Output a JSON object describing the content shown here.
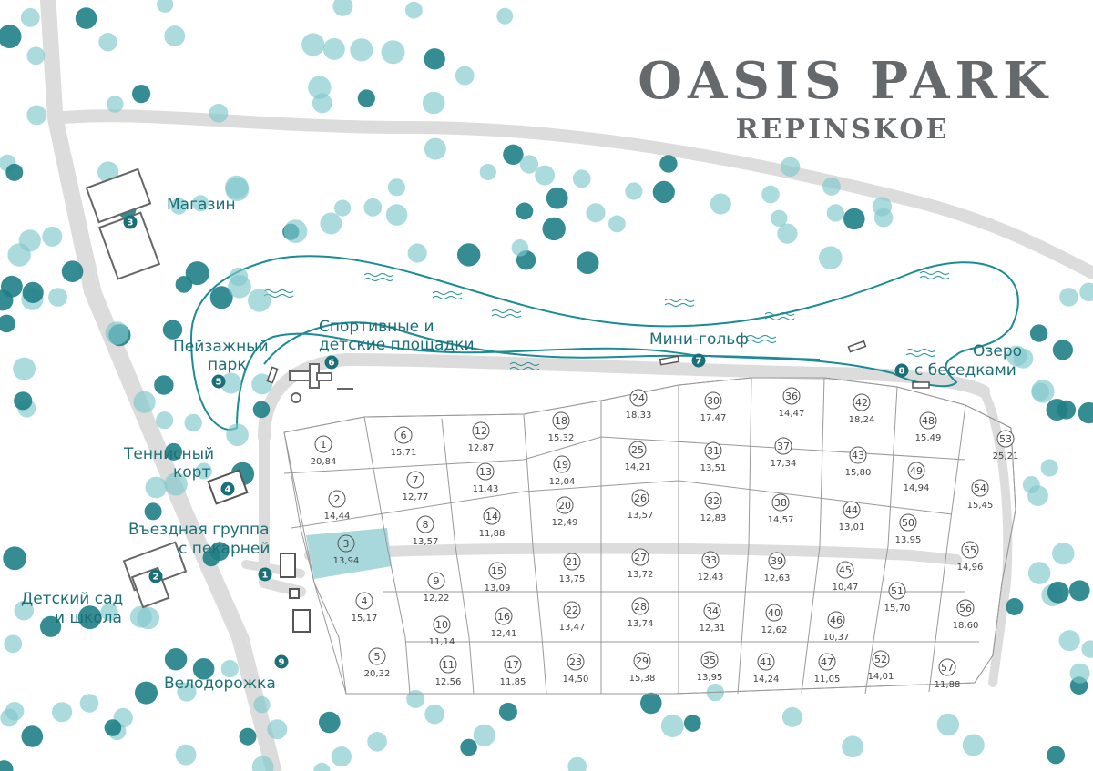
{
  "brand": {
    "title": "OASIS PARK",
    "subtitle": "REPINSKOE"
  },
  "colors": {
    "accent": "#1b6f77",
    "tree_light": "#7fc8cc",
    "tree_dark": "#1f7f86",
    "road": "#dcdcdc",
    "selected_plot": "#a9d8dc",
    "plot_line": "#999999"
  },
  "legend": [
    {
      "num": "1",
      "label": "Въездная группа с пекарней"
    },
    {
      "num": "2",
      "label": "Детский сад и школа"
    },
    {
      "num": "3",
      "label": "Магазин"
    },
    {
      "num": "4",
      "label": "Теннисный корт"
    },
    {
      "num": "5",
      "label": "Пейзажный парк"
    },
    {
      "num": "6",
      "label": "Спортивные и детские площадки"
    },
    {
      "num": "7",
      "label": "Мини-гольф"
    },
    {
      "num": "8",
      "label": "Озеро с беседками"
    },
    {
      "num": "9",
      "label": "Велодорожка"
    }
  ],
  "labels": {
    "shop": "Магазин",
    "park_1": "Пейзажный",
    "park_2": "парк",
    "sport_1": "Спортивные и",
    "sport_2": "детские площадки",
    "golf": "Мини-гольф",
    "lake_1": "Озеро",
    "lake_2": "с беседками",
    "tennis_1": "Теннисный",
    "tennis_2": "корт",
    "entry_1": "Въездная группа",
    "entry_2": "с пекарней",
    "school_1": "Детский сад",
    "school_2": "и школа",
    "bike": "Велодорожка"
  },
  "selected_plot": "3",
  "plots": [
    {
      "num": "1",
      "area": "20,84"
    },
    {
      "num": "2",
      "area": "14,44"
    },
    {
      "num": "3",
      "area": "13,94"
    },
    {
      "num": "4",
      "area": "15,17"
    },
    {
      "num": "5",
      "area": "20,32"
    },
    {
      "num": "6",
      "area": "15,71"
    },
    {
      "num": "7",
      "area": "12,77"
    },
    {
      "num": "8",
      "area": "13,57"
    },
    {
      "num": "9",
      "area": "12,22"
    },
    {
      "num": "10",
      "area": "11,14"
    },
    {
      "num": "11",
      "area": "12,56"
    },
    {
      "num": "12",
      "area": "12,87"
    },
    {
      "num": "13",
      "area": "11,43"
    },
    {
      "num": "14",
      "area": "11,88"
    },
    {
      "num": "15",
      "area": "13,09"
    },
    {
      "num": "16",
      "area": "12,41"
    },
    {
      "num": "17",
      "area": "11,85"
    },
    {
      "num": "18",
      "area": "15,32"
    },
    {
      "num": "19",
      "area": "12,04"
    },
    {
      "num": "20",
      "area": "12,49"
    },
    {
      "num": "21",
      "area": "13,75"
    },
    {
      "num": "22",
      "area": "13,47"
    },
    {
      "num": "23",
      "area": "14,50"
    },
    {
      "num": "24",
      "area": "18,33"
    },
    {
      "num": "25",
      "area": "14,21"
    },
    {
      "num": "26",
      "area": "13,57"
    },
    {
      "num": "27",
      "area": "13,72"
    },
    {
      "num": "28",
      "area": "13,74"
    },
    {
      "num": "29",
      "area": "15,38"
    },
    {
      "num": "30",
      "area": "17,47"
    },
    {
      "num": "31",
      "area": "13,51"
    },
    {
      "num": "32",
      "area": "12,83"
    },
    {
      "num": "33",
      "area": "12,43"
    },
    {
      "num": "34",
      "area": "12,31"
    },
    {
      "num": "35",
      "area": "13,95"
    },
    {
      "num": "36",
      "area": "14,47"
    },
    {
      "num": "37",
      "area": "17,34"
    },
    {
      "num": "38",
      "area": "14,57"
    },
    {
      "num": "39",
      "area": "12,63"
    },
    {
      "num": "40",
      "area": "12,62"
    },
    {
      "num": "41",
      "area": "14,24"
    },
    {
      "num": "42",
      "area": "18,24"
    },
    {
      "num": "43",
      "area": "15,80"
    },
    {
      "num": "44",
      "area": "13,01"
    },
    {
      "num": "45",
      "area": "10,47"
    },
    {
      "num": "46",
      "area": "10,37"
    },
    {
      "num": "47",
      "area": "11,05"
    },
    {
      "num": "48",
      "area": "15,49"
    },
    {
      "num": "49",
      "area": "14,94"
    },
    {
      "num": "50",
      "area": "13,95"
    },
    {
      "num": "51",
      "area": "15,70"
    },
    {
      "num": "52",
      "area": "14,01"
    },
    {
      "num": "53",
      "area": "25,21"
    },
    {
      "num": "54",
      "area": "15,45"
    },
    {
      "num": "55",
      "area": "14,96"
    },
    {
      "num": "56",
      "area": "18,60"
    },
    {
      "num": "57",
      "area": "11,88"
    }
  ]
}
